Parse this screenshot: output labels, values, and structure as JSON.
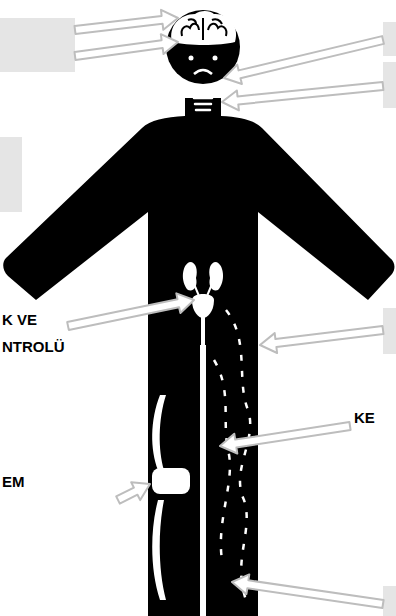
{
  "diagram": {
    "labels": [
      "K VE NTROLÜ",
      "EM",
      "KE"
    ]
  }
}
